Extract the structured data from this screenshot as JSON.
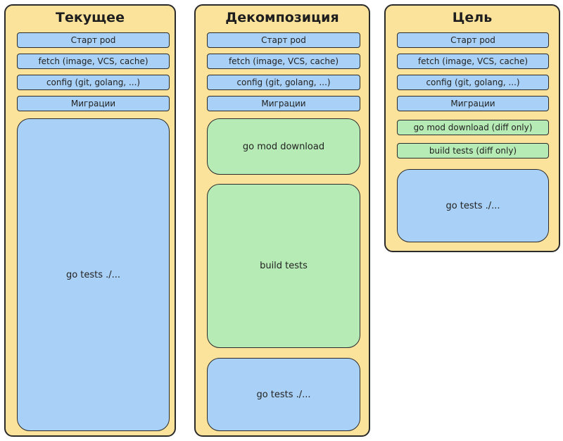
{
  "columns": [
    {
      "title": "Текущее",
      "steps": [
        {
          "label": "Старт pod",
          "color": "#a9d1f7"
        },
        {
          "label": "fetch (image, VCS, cache)",
          "color": "#a9d1f7"
        },
        {
          "label": "config (git, golang, ...)",
          "color": "#a9d1f7"
        },
        {
          "label": "Миграции",
          "color": "#a9d1f7"
        },
        {
          "label": "go tests ./...",
          "color": "#a9d1f7"
        }
      ]
    },
    {
      "title": "Декомпозиция",
      "steps": [
        {
          "label": "Старт pod",
          "color": "#a9d1f7"
        },
        {
          "label": "fetch (image, VCS, cache)",
          "color": "#a9d1f7"
        },
        {
          "label": "config (git, golang, ...)",
          "color": "#a9d1f7"
        },
        {
          "label": "Миграции",
          "color": "#a9d1f7"
        },
        {
          "label": "go mod download",
          "color": "#b6ebb5"
        },
        {
          "label": "build tests",
          "color": "#b6ebb5"
        },
        {
          "label": "go tests ./...",
          "color": "#a9d1f7"
        }
      ]
    },
    {
      "title": "Цель",
      "steps": [
        {
          "label": "Старт pod",
          "color": "#a9d1f7"
        },
        {
          "label": "fetch (image, VCS, cache)",
          "color": "#a9d1f7"
        },
        {
          "label": "config (git, golang, ...)",
          "color": "#a9d1f7"
        },
        {
          "label": "Миграции",
          "color": "#a9d1f7"
        },
        {
          "label": "go mod download (diff only)",
          "color": "#b6ebb5"
        },
        {
          "label": "build tests (diff only)",
          "color": "#b6ebb5"
        },
        {
          "label": "go tests ./...",
          "color": "#a9d1f7"
        }
      ]
    }
  ]
}
